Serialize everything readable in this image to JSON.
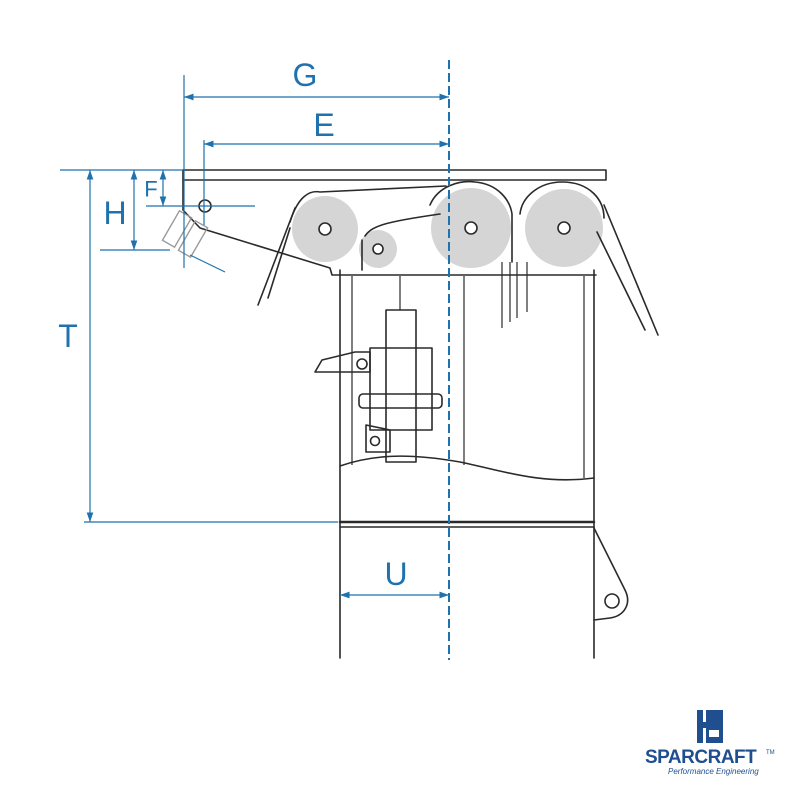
{
  "dimensions": {
    "G": "G",
    "E": "E",
    "F": "F",
    "H": "H",
    "T": "T",
    "U": "U"
  },
  "logo": {
    "name": "SPARCRAFT",
    "trademark": "TM",
    "tagline": "Performance Engineering",
    "color": "#1f4f8f"
  },
  "colors": {
    "dimension": "#1f72ad",
    "outline": "#2a2a2a",
    "sheave": "#d5d5d5"
  }
}
